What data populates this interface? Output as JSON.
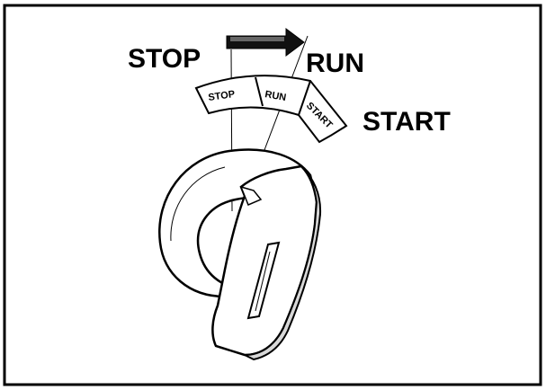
{
  "labels": {
    "stop": "STOP",
    "run": "RUN",
    "start": "START"
  },
  "dial": {
    "stop": "STOP",
    "run": "RUN",
    "start": "START"
  },
  "arrow_direction": "stop-to-run",
  "colors": {
    "line": "#000000",
    "background": "#ffffff",
    "shading": "#cfcfcf"
  }
}
